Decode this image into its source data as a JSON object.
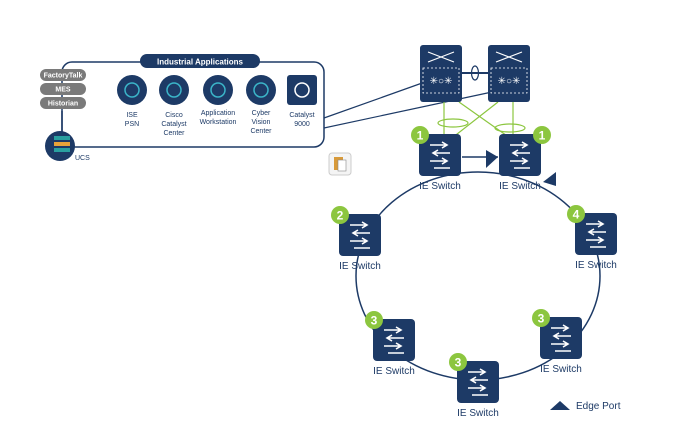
{
  "apps_box": {
    "title": "Industrial Applications",
    "side_pills": [
      "FactoryTalk",
      "MES",
      "Historian"
    ],
    "ucs_label": "UCS",
    "apps": [
      {
        "icon": "fingerprint-icon",
        "lines": [
          "ISE",
          "PSN"
        ]
      },
      {
        "icon": "catalyst-center-icon",
        "lines": [
          "Cisco",
          "Catalyst",
          "Center"
        ]
      },
      {
        "icon": "workstation-icon",
        "lines": [
          "Application",
          "Workstation"
        ]
      },
      {
        "icon": "eye-icon",
        "lines": [
          "Cyber",
          "Vision",
          "Center"
        ]
      },
      {
        "icon": "catalyst-9000-icon",
        "lines": [
          "Catalyst",
          "9000"
        ]
      }
    ]
  },
  "switches": [
    {
      "label": "IE Switch",
      "badge": "1"
    },
    {
      "label": "IE Switch",
      "badge": "1"
    },
    {
      "label": "IE Switch",
      "badge": "2"
    },
    {
      "label": "IE Switch",
      "badge": "4"
    },
    {
      "label": "IE Switch",
      "badge": "3"
    },
    {
      "label": "IE Switch",
      "badge": "3"
    },
    {
      "label": "IE Switch",
      "badge": "3"
    }
  ],
  "legend": {
    "edge_port": "Edge Port"
  },
  "colors": {
    "navy": "#1d3a66",
    "green": "#8cc63f",
    "pill": "#7a7a7a"
  }
}
